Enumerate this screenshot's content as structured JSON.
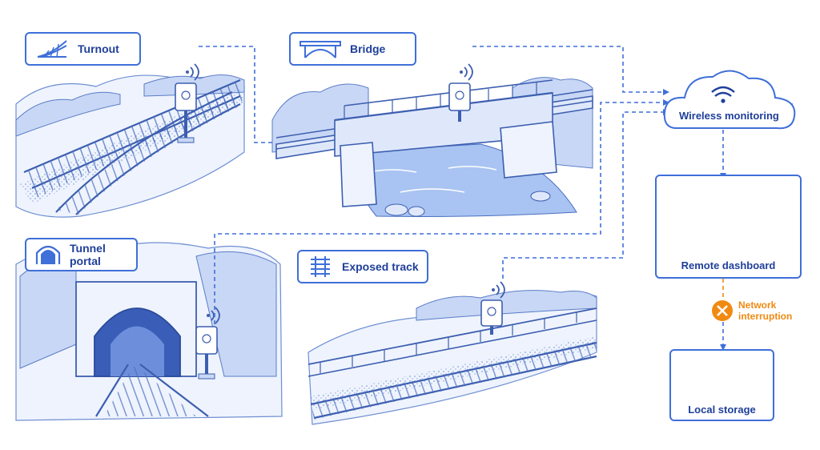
{
  "locations": {
    "turnout": {
      "label": "Turnout",
      "icon": "turnout-icon"
    },
    "bridge": {
      "label": "Bridge",
      "icon": "bridge-icon"
    },
    "tunnel_portal": {
      "label": "Tunnel portal",
      "icon": "tunnel-icon"
    },
    "exposed_track": {
      "label": "Exposed track",
      "icon": "track-icon"
    }
  },
  "system": {
    "wireless": {
      "label": "Wireless monitoring",
      "icon": "wifi-cloud-icon"
    },
    "dashboard": {
      "label": "Remote dashboard",
      "icon": "laptop-icon"
    },
    "interruption": {
      "label": "Network interruption",
      "icon": "error-x-icon"
    },
    "storage": {
      "label": "Local storage",
      "icon": "database-icon"
    }
  },
  "colors": {
    "primary": "#3f6fd8",
    "ink": "#1f3f9a",
    "sketch": "#4a6fc0",
    "fill_light": "#dfe8fb",
    "water": "#a9c4f2",
    "warning": "#f08a12"
  }
}
